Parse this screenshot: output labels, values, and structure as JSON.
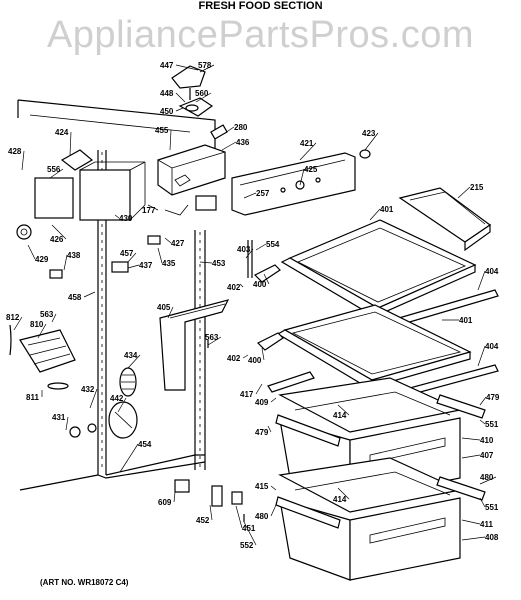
{
  "title": "FRESH FOOD SECTION",
  "watermark": "AppliancePartsPros.com",
  "art_number": "(ART NO. WR18072 C4)",
  "part_labels": [
    "447",
    "578",
    "448",
    "560",
    "450",
    "280",
    "455",
    "436",
    "421",
    "423",
    "424",
    "428",
    "556",
    "425",
    "215",
    "401",
    "426",
    "177",
    "427",
    "257",
    "430",
    "429",
    "403",
    "554",
    "438",
    "457",
    "437",
    "435",
    "453",
    "404",
    "458",
    "402",
    "400",
    "812",
    "563",
    "405",
    "810",
    "401",
    "402",
    "400",
    "434",
    "404",
    "563",
    "417",
    "409",
    "479",
    "414",
    "432",
    "811",
    "442",
    "431",
    "551",
    "410",
    "454",
    "479",
    "407",
    "480",
    "415",
    "414",
    "609",
    "551",
    "452",
    "451",
    "552",
    "480",
    "411",
    "408"
  ]
}
